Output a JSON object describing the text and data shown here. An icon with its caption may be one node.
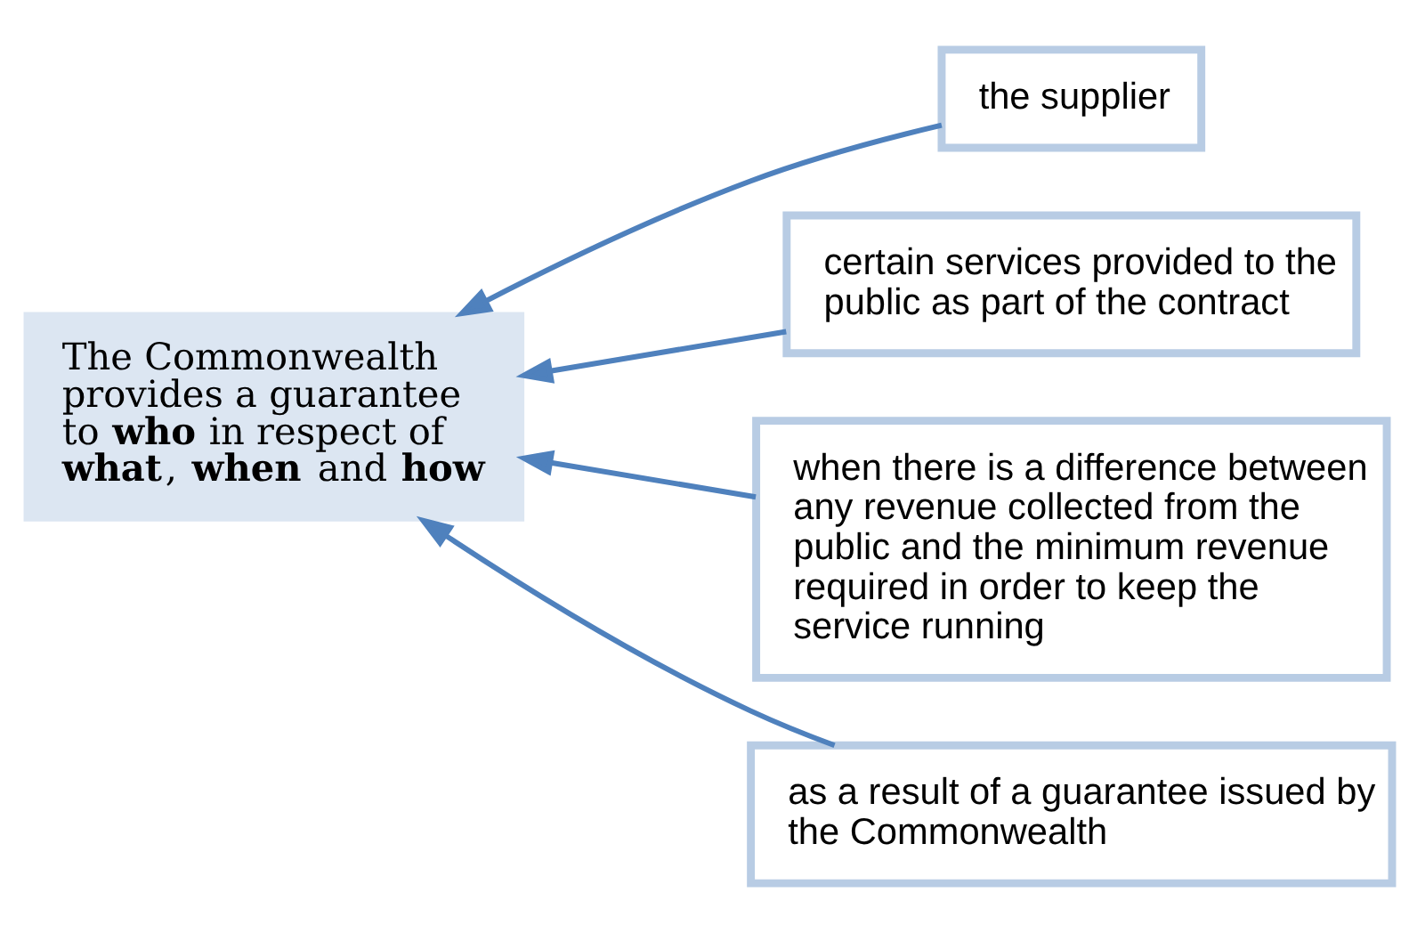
{
  "diagram": {
    "nodes": [
      {
        "text": [
          "The Commonwealth provides a guarantee to **who** in respect of **what**, **when** and **how**"
        ]
      },
      {
        "text": [
          "the supplier"
        ]
      },
      {
        "text": [
          "certain services provided to the public as part of the contract"
        ]
      },
      {
        "text": [
          "when there is a difference between any revenue collected from the public and the minimum revenue required in order to keep the service running"
        ]
      },
      {
        "text": [
          "as a result of a guarantee issued by the Commonwealth"
        ]
      }
    ],
    "edges": [
      {
        "from": 1,
        "to": 0,
        "arrow": "to"
      },
      {
        "from": 2,
        "to": 0,
        "arrow": "to"
      },
      {
        "from": 3,
        "to": 0,
        "arrow": "to"
      },
      {
        "from": 4,
        "to": 0,
        "arrow": "to"
      }
    ]
  }
}
